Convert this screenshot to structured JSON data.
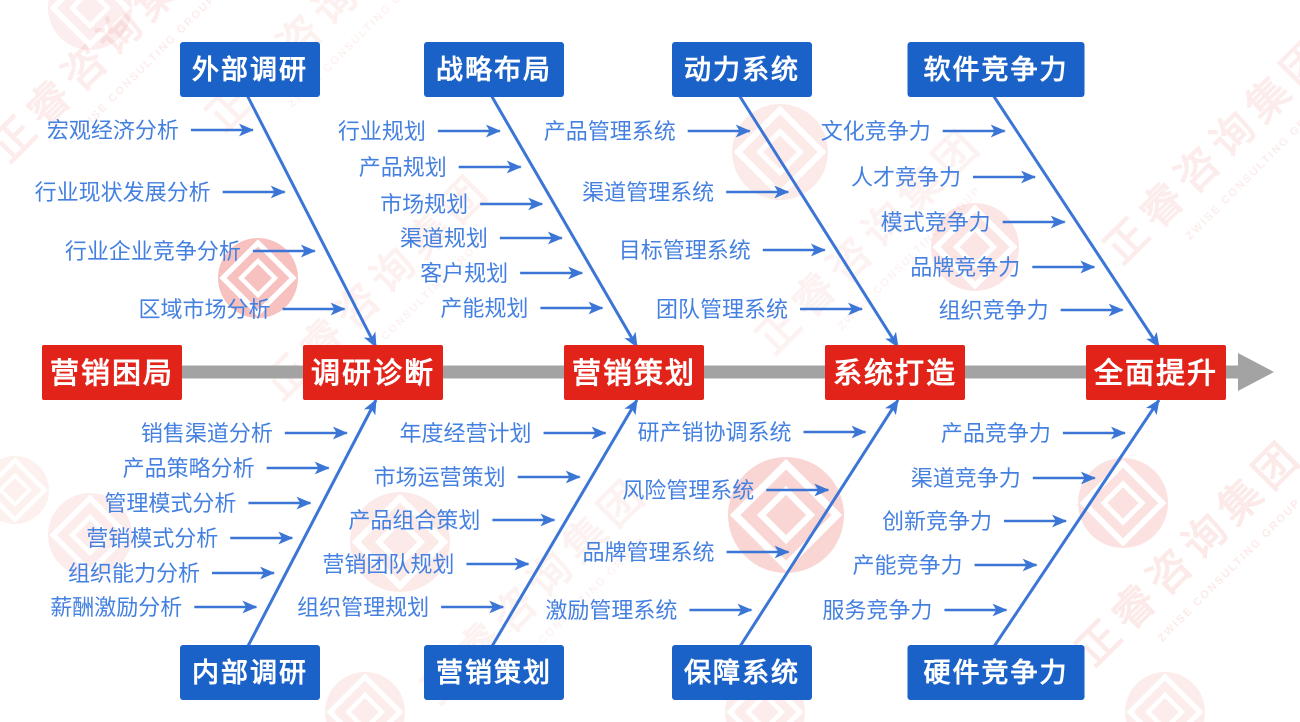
{
  "colors": {
    "stage_red": "#E2231A",
    "box_blue": "#1B62C8",
    "line_blue": "#3B76D6",
    "item_text_blue": "#4480E0",
    "spine_gray": "#A3A3A3",
    "watermark_red": "#E2231A",
    "box_text": "#FFFFFF"
  },
  "spine": {
    "stages": [
      "营销困局",
      "调研诊断",
      "营销策划",
      "系统打造",
      "全面提升"
    ]
  },
  "top_groups": [
    {
      "label": "外部调研",
      "items": [
        "宏观经济分析",
        "行业现状发展分析",
        "行业企业竞争分析",
        "区域市场分析"
      ]
    },
    {
      "label": "战略布局",
      "items": [
        "行业规划",
        "产品规划",
        "市场规划",
        "渠道规划",
        "客户规划",
        "产能规划"
      ]
    },
    {
      "label": "动力系统",
      "items": [
        "产品管理系统",
        "渠道管理系统",
        "目标管理系统",
        "团队管理系统"
      ]
    },
    {
      "label": "软件竞争力",
      "items": [
        "文化竞争力",
        "人才竞争力",
        "模式竞争力",
        "品牌竞争力",
        "组织竞争力"
      ]
    }
  ],
  "bottom_groups": [
    {
      "label": "内部调研",
      "items": [
        "销售渠道分析",
        "产品策略分析",
        "管理模式分析",
        "营销模式分析",
        "组织能力分析",
        "薪酬激励分析"
      ]
    },
    {
      "label": "营销策划",
      "items": [
        "年度经营计划",
        "市场运营策划",
        "产品组合策划",
        "营销团队规划",
        "组织管理规划"
      ]
    },
    {
      "label": "保障系统",
      "items": [
        "研产销协调系统",
        "风险管理系统",
        "品牌管理系统",
        "激励管理系统"
      ]
    },
    {
      "label": "硬件竞争力",
      "items": [
        "产品竞争力",
        "渠道竞争力",
        "创新竞争力",
        "产能竞争力",
        "服务竞争力"
      ]
    }
  ],
  "watermark": {
    "text": "正睿咨询集团",
    "subtext": "ZWISE CONSULTING GROUP"
  }
}
